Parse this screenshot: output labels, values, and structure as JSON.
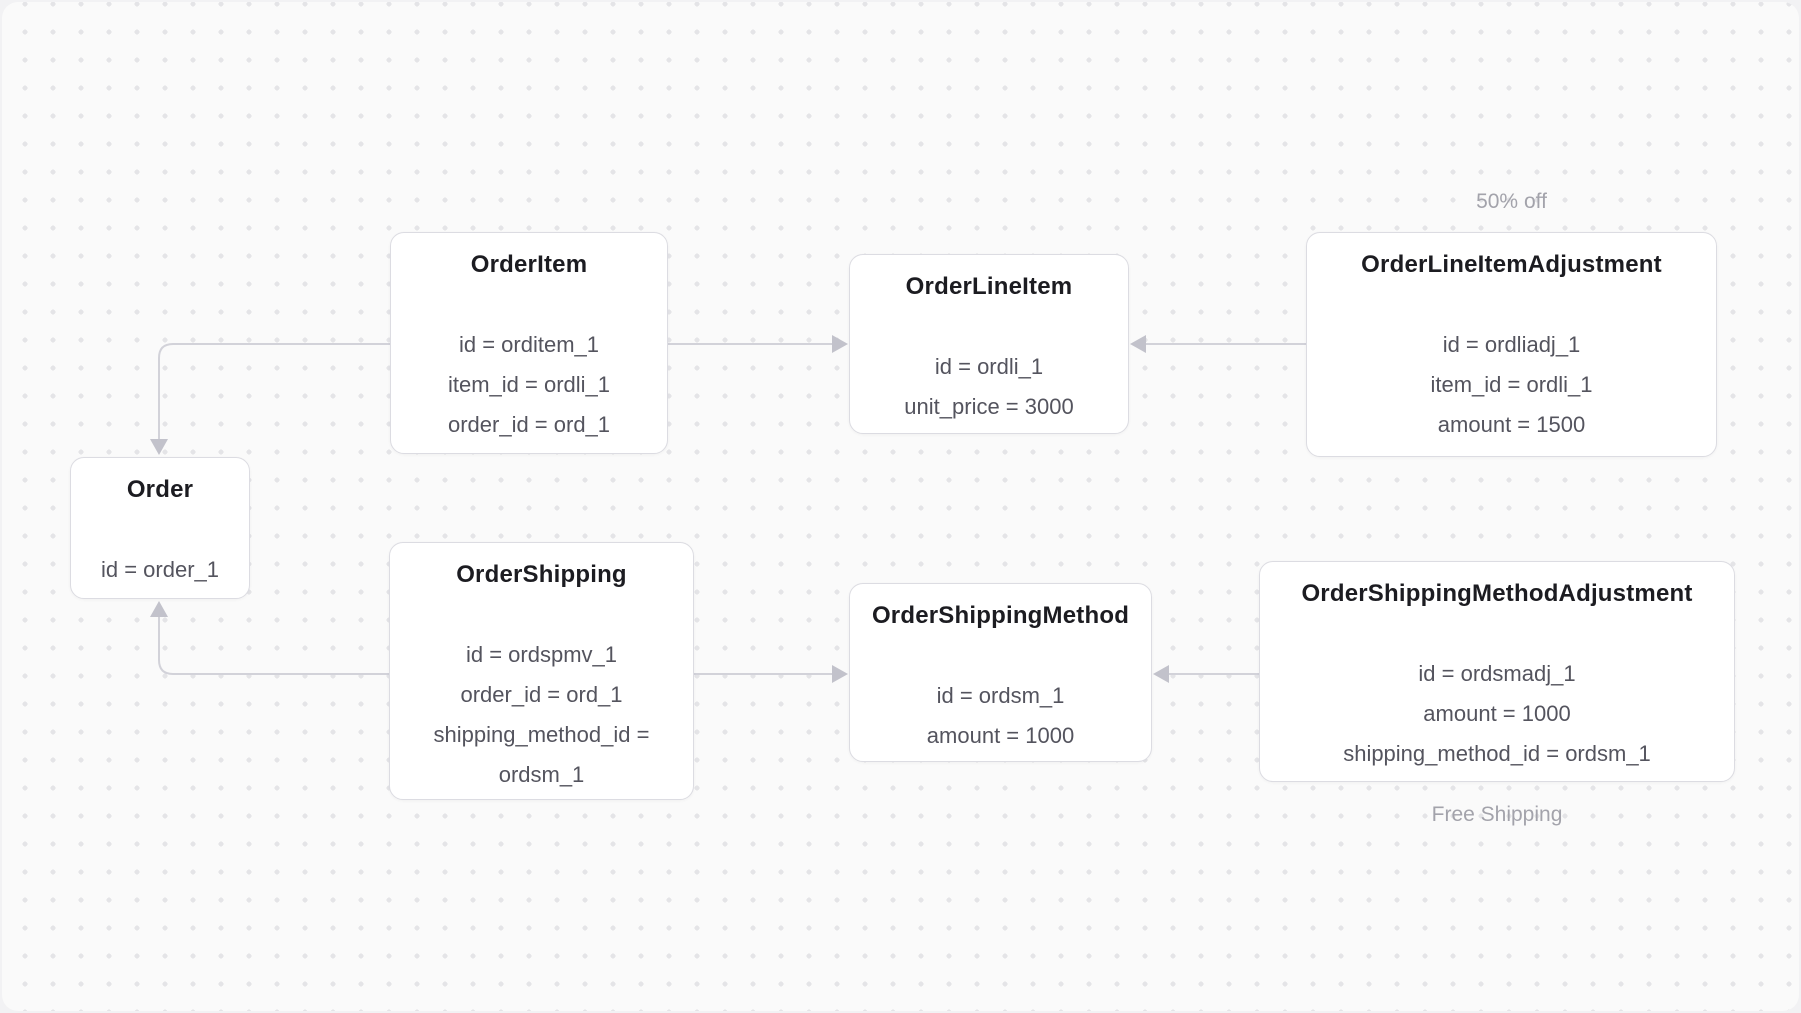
{
  "diagram": {
    "nodes": [
      {
        "title": "OrderItem",
        "fields": [
          "id = orditem_1",
          "item_id = ordli_1",
          "order_id = ord_1"
        ]
      },
      {
        "title": "OrderLineItem",
        "fields": [
          "id = ordli_1",
          "unit_price = 3000"
        ]
      },
      {
        "title": "OrderLineItemAdjustment",
        "label_above": "50% off",
        "fields": [
          "id = ordliadj_1",
          "item_id = ordli_1",
          "amount = 1500"
        ]
      },
      {
        "title": "Order",
        "fields": [
          "id = order_1"
        ]
      },
      {
        "title": "OrderShipping",
        "fields": [
          "id = ordspmv_1",
          "order_id = ord_1",
          "shipping_method_id = ordsm_1"
        ]
      },
      {
        "title": "OrderShippingMethod",
        "fields": [
          "id = ordsm_1",
          "amount = 1000"
        ]
      },
      {
        "title": "OrderShippingMethodAdjustment",
        "label_below": "Free Shipping",
        "fields": [
          "id = ordsmadj_1",
          "amount = 1000",
          "shipping_method_id = ordsm_1"
        ]
      }
    ],
    "edges": [
      {
        "from": "OrderItem",
        "to": "Order"
      },
      {
        "from": "OrderItem",
        "to": "OrderLineItem"
      },
      {
        "from": "OrderLineItemAdjustment",
        "to": "OrderLineItem"
      },
      {
        "from": "OrderShipping",
        "to": "Order"
      },
      {
        "from": "OrderShipping",
        "to": "OrderShippingMethod"
      },
      {
        "from": "OrderShippingMethodAdjustment",
        "to": "OrderShippingMethod"
      }
    ],
    "colors": {
      "canvas_bg": "#fafafa",
      "outer_bg": "#f2f2f4",
      "dot": "#e4e4e7",
      "node_bg": "#ffffff",
      "node_border": "#dcdce2",
      "title_text": "#1c1c21",
      "field_text": "#54545e",
      "label_text": "#a3a3ab",
      "edge_line": "#d2d2d9",
      "arrowhead": "#c2c2cb"
    }
  }
}
